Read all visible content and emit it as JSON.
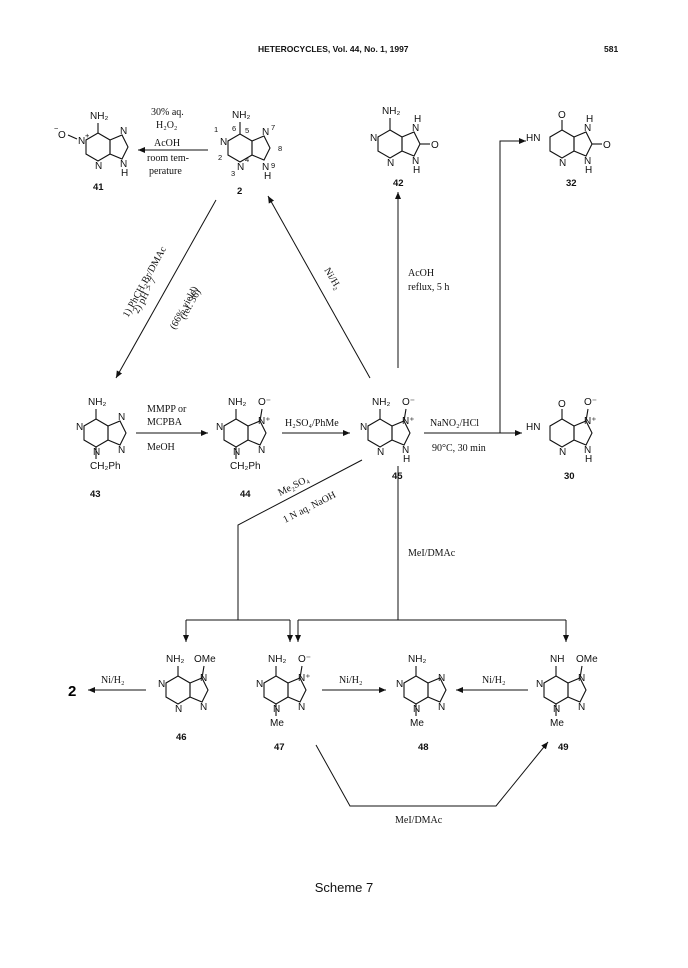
{
  "header": {
    "journal": "HETEROCYCLES, Vol. 44, No. 1, 1997",
    "page_number": "581"
  },
  "compounds": {
    "c41": "41",
    "c2": "2",
    "c42": "42",
    "c32": "32",
    "c43": "43",
    "c44": "44",
    "c45": "45",
    "c30": "30",
    "c46": "46",
    "c47": "47",
    "c48": "48",
    "c49": "49",
    "c2_product": "2"
  },
  "reagents": {
    "r_2_to_41_line1": "30% aq.",
    "r_2_to_41_line2": "H₂O₂",
    "r_2_to_41_line3": "AcOH",
    "r_2_to_41_line4": "room tem-",
    "r_2_to_41_line5": "perature",
    "r_2_to_43_line1": "1) PhCH₂Br/DMAc",
    "r_2_to_43_line2": "2) pH > 7",
    "r_2_to_43_line3": "(66% yield)",
    "r_2_to_43_line4": "(ref. 36)",
    "r_45_to_2": "Ni/H₂",
    "r_45_to_42_line1": "AcOH",
    "r_45_to_42_line2": "reflux, 5 h",
    "r_43_to_44_line1": "MMPP or",
    "r_43_to_44_line2": "MCPBA",
    "r_43_to_44_line3": "MeOH",
    "r_44_to_45": "H₂SO₄/PhMe",
    "r_45_to_30_line1": "NaNO₂/HCl",
    "r_45_to_30_line2": "90°C, 30 min",
    "r_45_to_46_line1": "Me₂SO₄",
    "r_45_to_46_line2": "1 N aq. NaOH",
    "r_45_to_47": "MeI/DMAc",
    "r_46_to_2": "Ni/H₂",
    "r_47_to_48": "Ni/H₂",
    "r_49_to_48": "Ni/H₂",
    "r_47_to_49": "MeI/DMAc"
  },
  "atoms": {
    "NH2": "NH₂",
    "N": "N",
    "H": "H",
    "O": "O",
    "Ominus": "O⁻",
    "Nplus": "N⁺",
    "HN": "HN",
    "NH": "NH",
    "Me": "Me",
    "OMe": "OMe",
    "CH2Ph": "CH₂Ph",
    "Ominus_N": "O",
    "N_plus_41": "N",
    "pos1": "1",
    "pos2": "2",
    "pos3": "3",
    "pos4": "4",
    "pos5": "5",
    "pos6": "6",
    "pos7": "7",
    "pos8": "8",
    "pos9": "9"
  },
  "caption": "Scheme 7"
}
